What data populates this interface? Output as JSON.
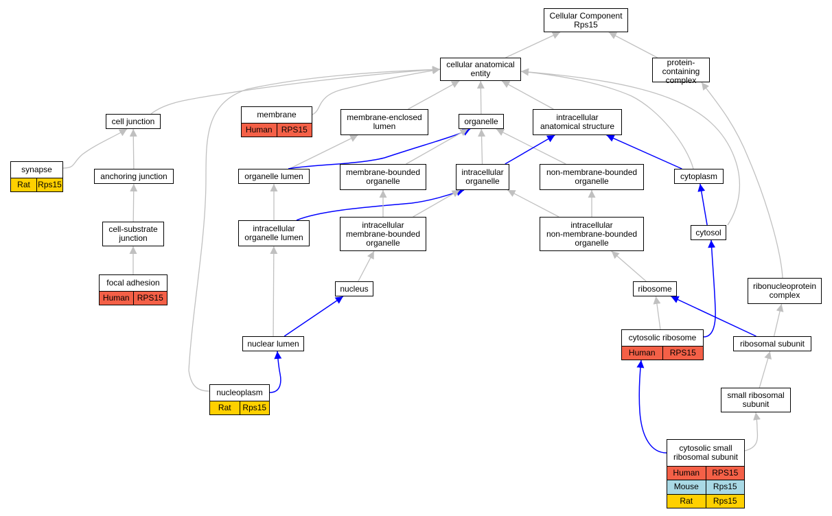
{
  "colors": {
    "human": "#f46047",
    "mouse": "#a9d9e5",
    "rat": "#ffd000",
    "gray_edge": "#c0c0c0",
    "blue_edge": "#0000ff"
  },
  "nodes": {
    "cellular_component": {
      "label": "Cellular Component\nRps15"
    },
    "cellular_anatomical_entity": {
      "label": "cellular anatomical\nentity"
    },
    "protein_containing_complex": {
      "label": "protein-containing\ncomplex"
    },
    "cell_junction": {
      "label": "cell junction"
    },
    "membrane": {
      "label": "membrane",
      "rows": [
        {
          "species": "Human",
          "gene": "RPS15"
        }
      ]
    },
    "membrane_enclosed_lumen": {
      "label": "membrane-enclosed\nlumen"
    },
    "organelle": {
      "label": "organelle"
    },
    "intracellular_anatomical_structure": {
      "label": "intracellular\nanatomical structure"
    },
    "synapse": {
      "label": "synapse",
      "rows": [
        {
          "species": "Rat",
          "gene": "Rps15"
        }
      ]
    },
    "anchoring_junction": {
      "label": "anchoring junction"
    },
    "organelle_lumen": {
      "label": "organelle lumen"
    },
    "membrane_bounded_organelle": {
      "label": "membrane-bounded\norganelle"
    },
    "intracellular_organelle": {
      "label": "intracellular\norganelle"
    },
    "non_membrane_bounded_organelle": {
      "label": "non-membrane-bounded\norganelle"
    },
    "cytoplasm": {
      "label": "cytoplasm"
    },
    "cell_substrate_junction": {
      "label": "cell-substrate\njunction"
    },
    "intracellular_organelle_lumen": {
      "label": "intracellular\norganelle lumen"
    },
    "intracellular_membrane_bounded_organelle": {
      "label": "intracellular\nmembrane-bounded\norganelle"
    },
    "intracellular_non_membrane_bounded_organelle": {
      "label": "intracellular\nnon-membrane-bounded\norganelle"
    },
    "cytosol": {
      "label": "cytosol"
    },
    "focal_adhesion": {
      "label": "focal adhesion",
      "rows": [
        {
          "species": "Human",
          "gene": "RPS15"
        }
      ]
    },
    "nucleus": {
      "label": "nucleus"
    },
    "ribosome": {
      "label": "ribosome"
    },
    "ribonucleoprotein_complex": {
      "label": "ribonucleoprotein\ncomplex"
    },
    "nuclear_lumen": {
      "label": "nuclear lumen"
    },
    "cytosolic_ribosome": {
      "label": "cytosolic ribosome",
      "rows": [
        {
          "species": "Human",
          "gene": "RPS15"
        }
      ]
    },
    "ribosomal_subunit": {
      "label": "ribosomal subunit"
    },
    "nucleoplasm": {
      "label": "nucleoplasm",
      "rows": [
        {
          "species": "Rat",
          "gene": "Rps15"
        }
      ]
    },
    "small_ribosomal_subunit": {
      "label": "small ribosomal\nsubunit"
    },
    "cytosolic_small_ribosomal_subunit": {
      "label": "cytosolic small\nribosomal subunit",
      "rows": [
        {
          "species": "Human",
          "gene": "RPS15"
        },
        {
          "species": "Mouse",
          "gene": "Rps15"
        },
        {
          "species": "Rat",
          "gene": "Rps15"
        }
      ]
    }
  },
  "edges": [
    {
      "from": "cellular_anatomical_entity",
      "to": "cellular_component",
      "type": "gray"
    },
    {
      "from": "protein_containing_complex",
      "to": "cellular_component",
      "type": "gray"
    },
    {
      "from": "cell_junction",
      "to": "cellular_anatomical_entity",
      "type": "gray"
    },
    {
      "from": "membrane",
      "to": "cellular_anatomical_entity",
      "type": "gray"
    },
    {
      "from": "membrane_enclosed_lumen",
      "to": "cellular_anatomical_entity",
      "type": "gray"
    },
    {
      "from": "organelle",
      "to": "cellular_anatomical_entity",
      "type": "gray"
    },
    {
      "from": "intracellular_anatomical_structure",
      "to": "cellular_anatomical_entity",
      "type": "gray"
    },
    {
      "from": "cytoplasm",
      "to": "cellular_anatomical_entity",
      "type": "gray"
    },
    {
      "from": "cytosol",
      "to": "cellular_anatomical_entity",
      "type": "gray"
    },
    {
      "from": "nucleoplasm",
      "to": "cellular_anatomical_entity",
      "type": "gray"
    },
    {
      "from": "synapse",
      "to": "cell_junction",
      "type": "gray"
    },
    {
      "from": "anchoring_junction",
      "to": "cell_junction",
      "type": "gray"
    },
    {
      "from": "cell_substrate_junction",
      "to": "anchoring_junction",
      "type": "gray"
    },
    {
      "from": "focal_adhesion",
      "to": "cell_substrate_junction",
      "type": "gray"
    },
    {
      "from": "organelle_lumen",
      "to": "membrane_enclosed_lumen",
      "type": "gray"
    },
    {
      "from": "organelle_lumen",
      "to": "organelle",
      "type": "blue"
    },
    {
      "from": "membrane_bounded_organelle",
      "to": "organelle",
      "type": "gray"
    },
    {
      "from": "intracellular_organelle",
      "to": "organelle",
      "type": "gray"
    },
    {
      "from": "non_membrane_bounded_organelle",
      "to": "organelle",
      "type": "gray"
    },
    {
      "from": "intracellular_organelle",
      "to": "intracellular_anatomical_structure",
      "type": "blue"
    },
    {
      "from": "cytoplasm",
      "to": "intracellular_anatomical_structure",
      "type": "blue"
    },
    {
      "from": "intracellular_organelle_lumen",
      "to": "organelle_lumen",
      "type": "gray"
    },
    {
      "from": "intracellular_organelle_lumen",
      "to": "intracellular_organelle",
      "type": "blue"
    },
    {
      "from": "intracellular_membrane_bounded_organelle",
      "to": "membrane_bounded_organelle",
      "type": "gray"
    },
    {
      "from": "intracellular_membrane_bounded_organelle",
      "to": "intracellular_organelle",
      "type": "gray"
    },
    {
      "from": "intracellular_non_membrane_bounded_organelle",
      "to": "intracellular_organelle",
      "type": "gray"
    },
    {
      "from": "intracellular_non_membrane_bounded_organelle",
      "to": "non_membrane_bounded_organelle",
      "type": "gray"
    },
    {
      "from": "cytosol",
      "to": "cytoplasm",
      "type": "blue"
    },
    {
      "from": "ribonucleoprotein_complex",
      "to": "protein_containing_complex",
      "type": "gray"
    },
    {
      "from": "nucleus",
      "to": "intracellular_membrane_bounded_organelle",
      "type": "gray"
    },
    {
      "from": "nuclear_lumen",
      "to": "intracellular_organelle_lumen",
      "type": "gray"
    },
    {
      "from": "nuclear_lumen",
      "to": "nucleus",
      "type": "blue"
    },
    {
      "from": "nucleoplasm",
      "to": "nuclear_lumen",
      "type": "blue"
    },
    {
      "from": "ribosome",
      "to": "intracellular_non_membrane_bounded_organelle",
      "type": "gray"
    },
    {
      "from": "cytosolic_ribosome",
      "to": "ribosome",
      "type": "gray"
    },
    {
      "from": "cytosolic_ribosome",
      "to": "cytosol",
      "type": "blue"
    },
    {
      "from": "ribosomal_subunit",
      "to": "ribosome",
      "type": "blue"
    },
    {
      "from": "ribosomal_subunit",
      "to": "ribonucleoprotein_complex",
      "type": "gray"
    },
    {
      "from": "small_ribosomal_subunit",
      "to": "ribosomal_subunit",
      "type": "gray"
    },
    {
      "from": "cytosolic_small_ribosomal_subunit",
      "to": "small_ribosomal_subunit",
      "type": "gray"
    },
    {
      "from": "cytosolic_small_ribosomal_subunit",
      "to": "cytosolic_ribosome",
      "type": "blue"
    }
  ]
}
